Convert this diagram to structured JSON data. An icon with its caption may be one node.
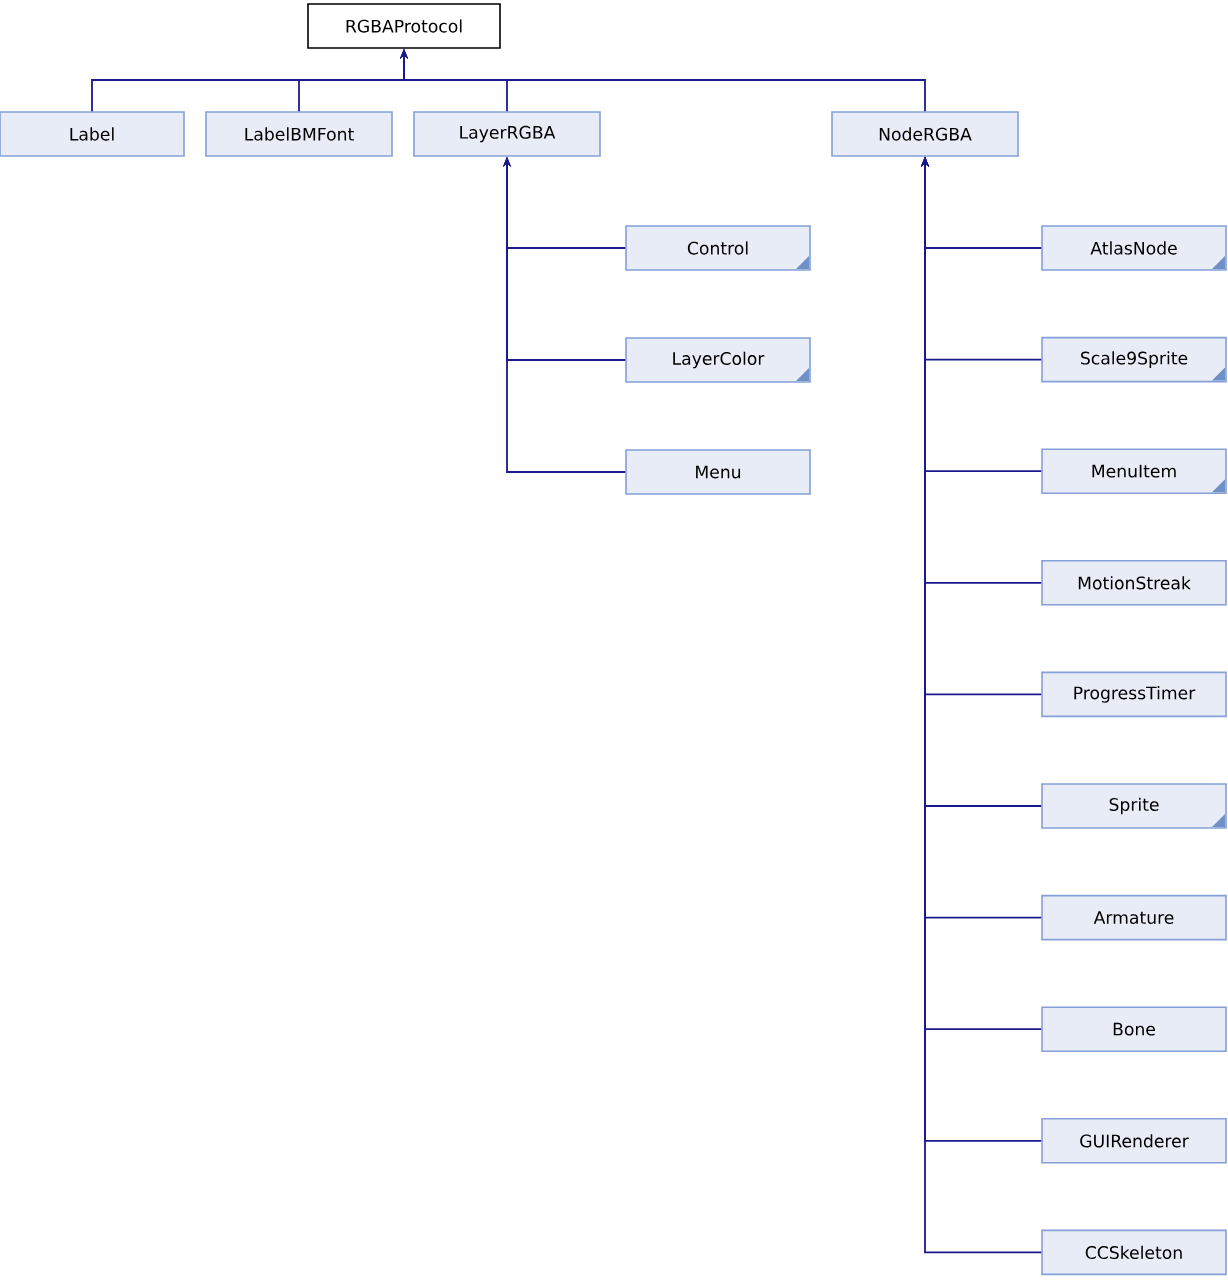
{
  "diagram": {
    "nodes": [
      {
        "text": [
          "RGBAProtocol"
        ]
      },
      {
        "text": [
          "Label"
        ]
      },
      {
        "text": [
          "LabelBMFont"
        ]
      },
      {
        "text": [
          "LayerRGBA"
        ]
      },
      {
        "text": [
          "NodeRGBA"
        ]
      },
      {
        "text": [
          "Control"
        ]
      },
      {
        "text": [
          "LayerColor"
        ]
      },
      {
        "text": [
          "Menu"
        ]
      },
      {
        "text": [
          "AtlasNode"
        ]
      },
      {
        "text": [
          "Scale9Sprite"
        ]
      },
      {
        "text": [
          "MenuItem"
        ]
      },
      {
        "text": [
          "MotionStreak"
        ]
      },
      {
        "text": [
          "ProgressTimer"
        ]
      },
      {
        "text": [
          "Sprite"
        ]
      },
      {
        "text": [
          "Armature"
        ]
      },
      {
        "text": [
          "Bone"
        ]
      },
      {
        "text": [
          "GUIRenderer"
        ]
      },
      {
        "text": [
          "CCSkeleton"
        ]
      }
    ],
    "edges": [
      {
        "from": 1,
        "to": 0,
        "arrow": "to"
      },
      {
        "from": 2,
        "to": 0,
        "arrow": "to"
      },
      {
        "from": 3,
        "to": 0,
        "arrow": "to"
      },
      {
        "from": 4,
        "to": 0,
        "arrow": "to"
      },
      {
        "from": 5,
        "to": 3,
        "arrow": "to"
      },
      {
        "from": 6,
        "to": 3,
        "arrow": "to"
      },
      {
        "from": 7,
        "to": 3,
        "arrow": "to"
      },
      {
        "from": 8,
        "to": 4,
        "arrow": "to"
      },
      {
        "from": 9,
        "to": 4,
        "arrow": "to"
      },
      {
        "from": 10,
        "to": 4,
        "arrow": "to"
      },
      {
        "from": 11,
        "to": 4,
        "arrow": "to"
      },
      {
        "from": 12,
        "to": 4,
        "arrow": "to"
      },
      {
        "from": 13,
        "to": 4,
        "arrow": "to"
      },
      {
        "from": 14,
        "to": 4,
        "arrow": "to"
      },
      {
        "from": 15,
        "to": 4,
        "arrow": "to"
      },
      {
        "from": 16,
        "to": 4,
        "arrow": "to"
      },
      {
        "from": 17,
        "to": 4,
        "arrow": "to"
      }
    ]
  }
}
